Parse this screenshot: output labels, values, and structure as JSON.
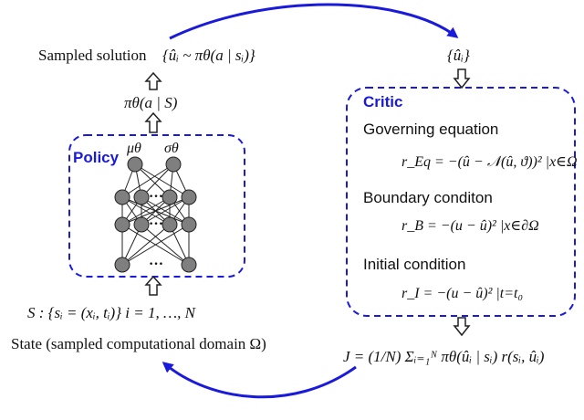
{
  "sampled_solution": {
    "label": "Sampled solution",
    "formula": "{ûᵢ ~ πθ(a | sᵢ)}"
  },
  "policy_output": "πθ(a | S)",
  "policy": {
    "title": "Policy",
    "mu": "μθ",
    "sigma": "σθ",
    "ellipsis": "…"
  },
  "state": {
    "formula": "S : {sᵢ = (xᵢ, tᵢ)}  i = 1, …, N",
    "label": "State (sampled computational domain Ω)"
  },
  "samples_top_right": "{ûᵢ}",
  "critic": {
    "title": "Critic",
    "sections": [
      {
        "label": "Governing equation",
        "formula": "r_Eq = −(û − 𝒩(û, ϑ))² |x∈Ω"
      },
      {
        "label": "Boundary conditon",
        "formula": "r_B = −(u − û)² |x∈∂Ω"
      },
      {
        "label": "Initial condition",
        "formula": "r_I = −(u − û)² |t=t₀"
      }
    ]
  },
  "objective": "J = (1/N) Σᵢ₌₁ᴺ πθ(ûᵢ | sᵢ) r(sᵢ, ûᵢ)",
  "colors": {
    "accent": "#1a1adb",
    "node": "#7f7f7f"
  }
}
